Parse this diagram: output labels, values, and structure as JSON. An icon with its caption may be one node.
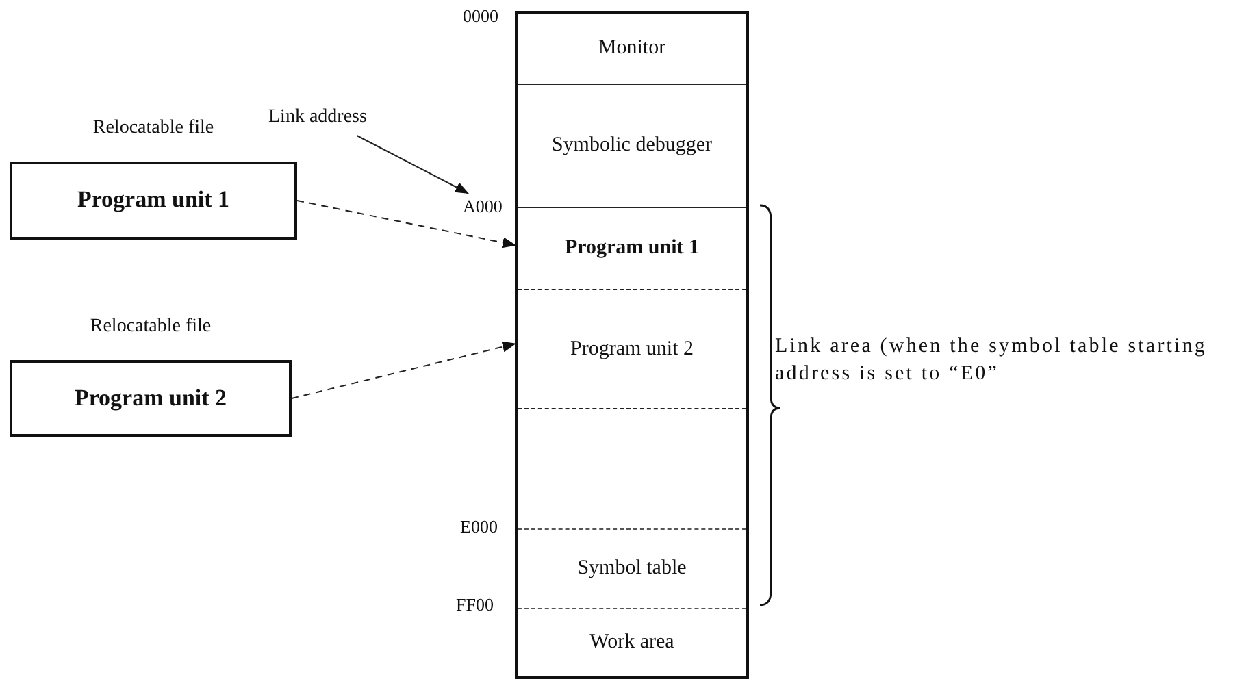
{
  "diagram": {
    "nodes": [
      {
        "text": [],
        "shape": "box"
      },
      {
        "text": [
          "Monitor"
        ],
        "in": 0
      },
      {
        "text": [
          "Symbolic debugger"
        ],
        "in": 0
      },
      {
        "text": [
          "Program unit 1"
        ],
        "in": 0
      },
      {
        "text": [
          "Program unit 2"
        ],
        "in": 0
      },
      {
        "text": [],
        "shape": "box",
        "in": 0
      },
      {
        "text": [
          "Symbol table"
        ],
        "in": 0
      },
      {
        "text": [
          "Work area"
        ],
        "in": 0
      },
      {
        "text": [
          "Relocatable file",
          "Program unit 1"
        ]
      },
      {
        "text": [
          "Relocatable file",
          "Program unit 2"
        ]
      },
      {
        "text": [
          "Link address"
        ]
      },
      {
        "text": [
          "A000"
        ]
      }
    ],
    "edges": [
      {
        "from": 8,
        "to": 3,
        "arrow": "to",
        "style": "dashed"
      },
      {
        "from": 9,
        "to": 4,
        "arrow": "to",
        "style": "dashed"
      },
      {
        "from": 10,
        "to": 11,
        "arrow": "to"
      }
    ],
    "labels": [
      "0000",
      "E000",
      "FF00",
      "Link area (when the symbol table starting address is set to “E0”"
    ]
  }
}
